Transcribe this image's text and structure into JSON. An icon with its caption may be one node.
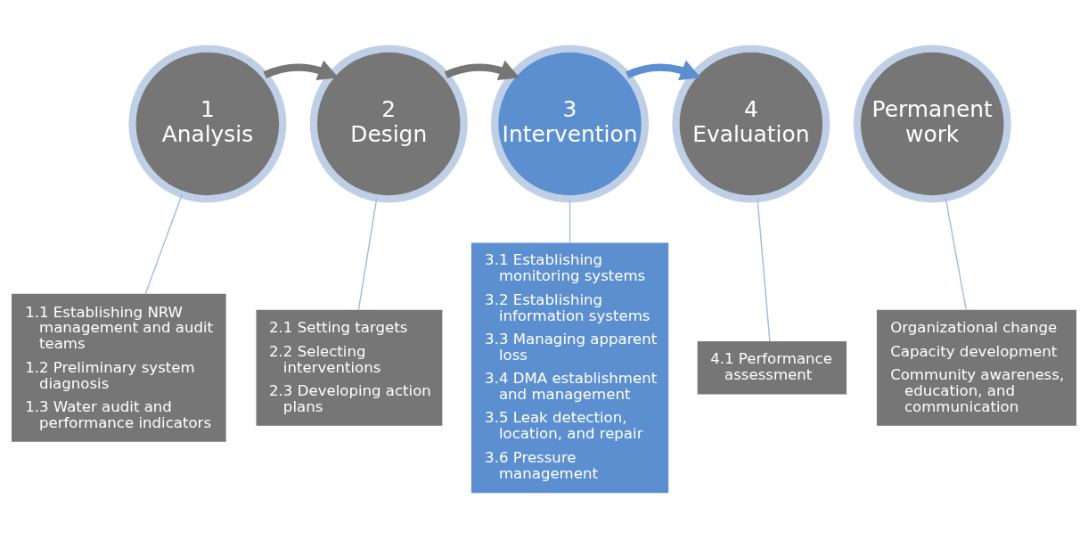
{
  "diagram": {
    "nodes": [
      {
        "text": [
          "1",
          "Analysis"
        ]
      },
      {
        "text": [
          "2",
          "Design"
        ]
      },
      {
        "text": [
          "3",
          "Intervention"
        ]
      },
      {
        "text": [
          "4",
          "Evaluation"
        ]
      },
      {
        "text": [
          "Permanent work"
        ]
      },
      {
        "text": [
          "1.1 Establishing NRW management and audit teams",
          "1.2 Preliminary system diagnosis",
          "1.3 Water audit and performance indicators"
        ]
      },
      {
        "text": [
          "2.1 Setting targets",
          "2.2 Selecting interventions",
          "2.3 Developing action plans"
        ]
      },
      {
        "text": [
          "3.1 Establishing monitoring systems",
          "3.2 Establishing information systems",
          "3.3 Managing apparent loss",
          "3.4 DMA establishment and management",
          "3.5 Leak detection, location, and repair",
          "3.6 Pressure management"
        ]
      },
      {
        "text": [
          "4.1 Performance assessment"
        ]
      },
      {
        "text": [
          "Organizational change",
          "Capacity development",
          "Community awareness, education, and communication"
        ]
      }
    ],
    "edges": [
      {
        "from": 0,
        "to": 1,
        "arrow": "to",
        "style": "thick",
        "color": "#767676"
      },
      {
        "from": 1,
        "to": 2,
        "arrow": "to",
        "style": "thick",
        "color": "#767676"
      },
      {
        "from": 2,
        "to": 3,
        "arrow": "to",
        "style": "thick",
        "color": "#5b8fd0"
      },
      {
        "from": 0,
        "to": 5,
        "arrow": "none"
      },
      {
        "from": 1,
        "to": 6,
        "arrow": "none"
      },
      {
        "from": 2,
        "to": 7,
        "arrow": "none"
      },
      {
        "from": 3,
        "to": 8,
        "arrow": "none"
      },
      {
        "from": 4,
        "to": 9,
        "arrow": "none"
      }
    ]
  }
}
